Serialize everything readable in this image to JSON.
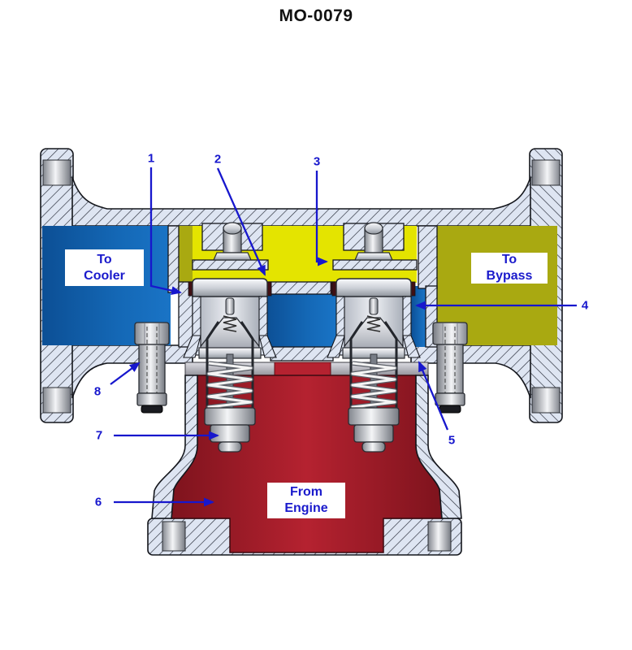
{
  "title": "MO-0079",
  "figure": {
    "type": "cutaway-diagram",
    "flow_labels": {
      "to_cooler": {
        "line1": "To",
        "line2": "Cooler"
      },
      "to_bypass": {
        "line1": "To",
        "line2": "Bypass"
      },
      "from_engine": {
        "line1": "From",
        "line2": "Engine"
      }
    },
    "callouts": [
      {
        "number": "1"
      },
      {
        "number": "2"
      },
      {
        "number": "3"
      },
      {
        "number": "4"
      },
      {
        "number": "5"
      },
      {
        "number": "6"
      },
      {
        "number": "7"
      },
      {
        "number": "8"
      }
    ],
    "colors": {
      "cooler_flow_blue": "#1262ae",
      "bypass_flow_yellow": "#a9a911",
      "bypass_bright_yellow": "#e4e400",
      "engine_flow_red": "#a51f28",
      "callout_blue": "#1717cd",
      "metal_section_fill": "#dee5f2"
    }
  }
}
